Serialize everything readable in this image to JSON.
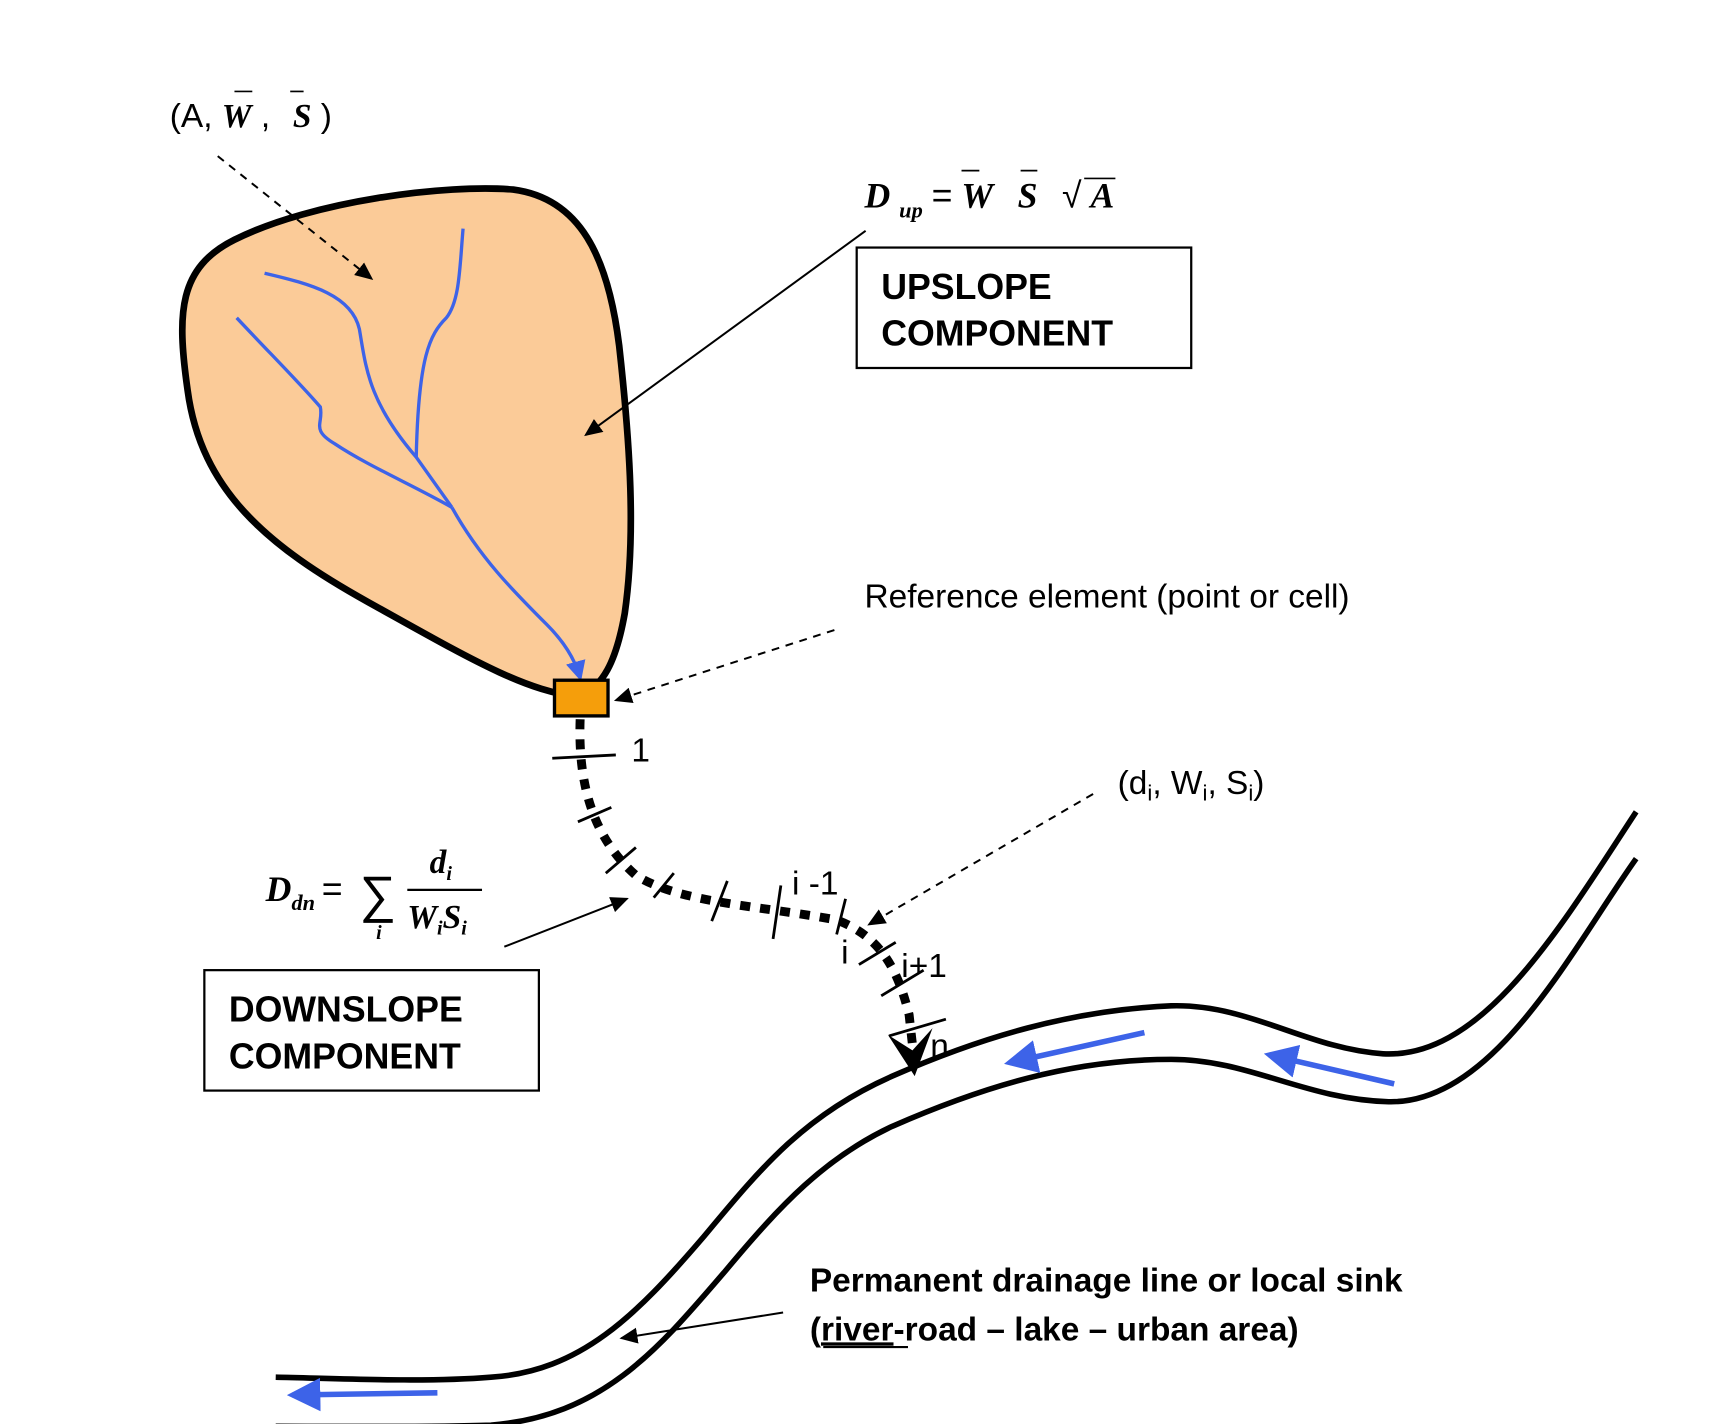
{
  "labels": {
    "upslope_params": {
      "open": "(A,",
      "w": "W",
      "comma": ",",
      "s": "S",
      "close": ")"
    },
    "upslope_formula": {
      "d": "D",
      "sub": "up",
      "eq": "=",
      "w": "W",
      "s": "S",
      "sqrt": "√",
      "a": "A"
    },
    "upslope_box": {
      "line1": "UPSLOPE",
      "line2": "COMPONENT"
    },
    "reference_element": "Reference element (point or cell)",
    "segment_params": {
      "open": "(d",
      "i1": "i",
      "w": ", W",
      "i2": "i",
      "s": ", S",
      "i3": "i",
      "close": ")"
    },
    "downslope_formula": {
      "d": "D",
      "sub": "dn",
      "eq": "=",
      "sum": "∑",
      "sum_index": "i",
      "num": "d",
      "num_sub": "i",
      "den_w": "W",
      "den_w_sub": "i",
      "den_s": "S",
      "den_s_sub": "i"
    },
    "downslope_box": {
      "line1": "DOWNSLOPE",
      "line2": "COMPONENT"
    },
    "segment_labels": {
      "first": "1",
      "prev": "i -1",
      "current": "i",
      "next": "i+1",
      "last": "n"
    },
    "drainage": {
      "line1": "Permanent drainage line or local sink",
      "line2_open": "(",
      "line2_underlined": "river",
      "line2_rest": "-road – lake – urban area)"
    }
  },
  "colors": {
    "catchment_fill": "#FBCB98",
    "reference_cell": "#F59E0B",
    "stream_blue": "#3D63E8",
    "ink": "#000000"
  }
}
